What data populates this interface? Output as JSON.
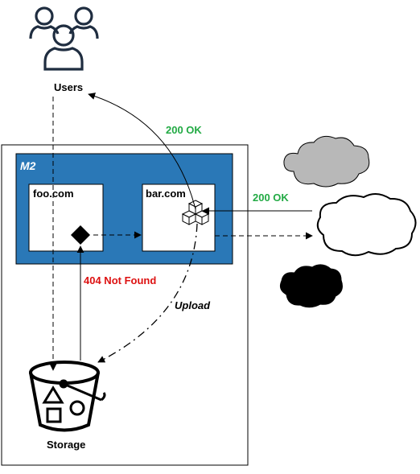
{
  "diagram": {
    "users_label": "Users",
    "cluster_label": "M2",
    "foo_label": "foo.com",
    "bar_label": "bar.com",
    "storage_label": "Storage",
    "edge_users_ok": "200 OK",
    "edge_cloud_ok": "200 OK",
    "edge_not_found": "404 Not Found",
    "edge_upload": "Upload"
  },
  "colors": {
    "cluster_fill": "#2a78b7",
    "ok_green": "#22aa44",
    "error_red": "#dd1111",
    "cloud_gray": "#b8b8b8"
  }
}
